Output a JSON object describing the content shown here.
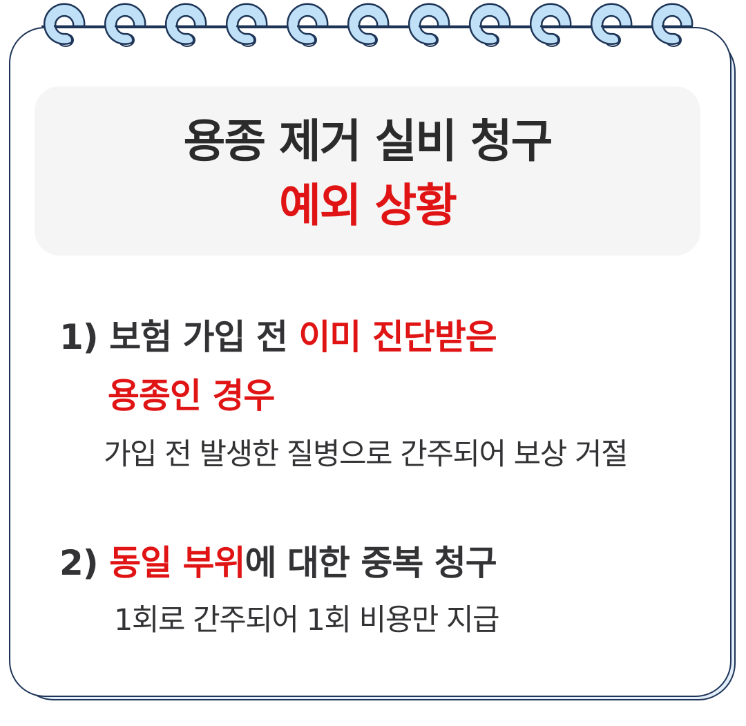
{
  "notepad": {
    "ring_count": 11,
    "colors": {
      "outline": "#1e3557",
      "ring_fill": "#bfe0f7",
      "back_page": "#e3eefb",
      "title_box": "#f5f5f5",
      "text_dark": "#2b2b2b",
      "accent_red": "#e01414"
    }
  },
  "title": {
    "line1": "용종 제거 실비 청구",
    "line2": "예외 상황"
  },
  "items": [
    {
      "number": "1)",
      "heading_plain": "보험 가입 전 ",
      "heading_red": "이미 진단받은",
      "heading_red_line2": "용종인 경우",
      "description": "가입 전 발생한 질병으로 간주되어 보상 거절"
    },
    {
      "number": "2)",
      "heading_red": "동일 부위",
      "heading_plain": "에 대한 중복 청구",
      "description": "1회로 간주되어 1회 비용만 지급"
    }
  ]
}
